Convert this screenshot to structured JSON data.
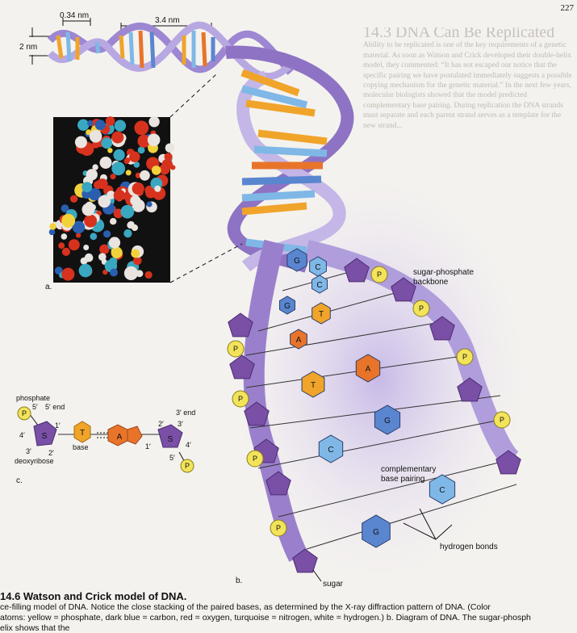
{
  "page_number": "227",
  "background_text": {
    "heading": "14.3 DNA Can Be Replicated",
    "paragraph": "Ability to be replicated is one of the key requirements of a genetic material. As soon as Watson and Crick developed their double-helix model, they commented: “It has not escaped our notice that the specific pairing we have postulated immediately suggests a possible copying mechanism for the genetic material.” In the next few years, molecular biologists showed that the model predicted complementary base pairing. During replication the DNA strands must separate and each parent strand serves as a template for the new strand..."
  },
  "dimension_labels": {
    "pitch_small": "0.34 nm",
    "pitch_turn": "3.4 nm",
    "width": "2 nm"
  },
  "panel_labels": {
    "a": "a.",
    "b": "b.",
    "c": "c."
  },
  "panel_b": {
    "backbone_label": "sugar-phosphate\nbackbone",
    "complementary_label": "complementary\nbase pairing",
    "hydrogen_label": "hydrogen bonds",
    "sugar_label": "sugar",
    "phosphate_letter": "P",
    "bases": [
      "G",
      "C",
      "G",
      "C",
      "T",
      "A",
      "T",
      "A",
      "C",
      "G",
      "C",
      "G"
    ]
  },
  "panel_c": {
    "phosphate": "phosphate",
    "five_end": "5′ end",
    "three_end": "3′ end",
    "deoxyribose": "deoxyribose",
    "base": "base",
    "s_letter": "S",
    "p_letter": "P",
    "t_letter": "T",
    "a_letter": "A",
    "prime_5": "5′",
    "prime_4": "4′",
    "prime_3": "3′",
    "prime_2": "2′",
    "prime_1": "1′"
  },
  "caption": {
    "title": "14.6 Watson and Crick model of DNA.",
    "line1": "ce-filling model of DNA. Notice the close stacking of the paired bases, as determined by the X-ray diffraction pattern of DNA. (Color",
    "line2": "atoms: yellow = phosphate, dark blue = carbon, red = oxygen, turquoise = nitrogen, white = hydrogen.) b. Diagram of DNA. The sugar-phosph",
    "line3": "elix shows that the"
  },
  "colors": {
    "backbone": "#8e73c4",
    "backbone_light": "#c4b6e6",
    "sugar": "#7a4fa6",
    "phosphate": "#f2e35a",
    "guanine": "#5a86d0",
    "cytosine": "#7fb8e6",
    "thymine": "#f0a42a",
    "adenine": "#e8742a"
  }
}
